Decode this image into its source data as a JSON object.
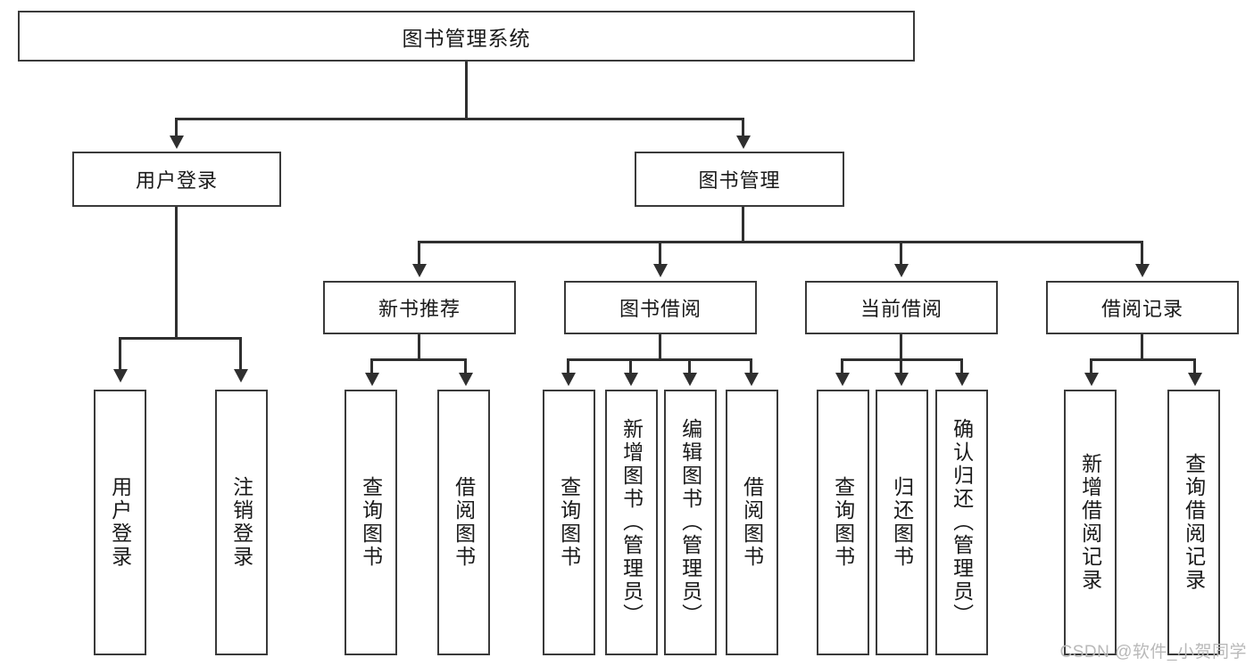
{
  "diagram": {
    "title": "图书管理系统",
    "root": {
      "label": "图书管理系统"
    },
    "level2": [
      {
        "label": "用户登录"
      },
      {
        "label": "图书管理"
      }
    ],
    "level3": [
      {
        "label": "新书推荐"
      },
      {
        "label": "图书借阅"
      },
      {
        "label": "当前借阅"
      },
      {
        "label": "借阅记录"
      }
    ],
    "leaves": {
      "user_login": [
        {
          "label": "用户登录"
        },
        {
          "label": "注销登录"
        }
      ],
      "new_book_recommend": [
        {
          "label": "查询图书"
        },
        {
          "label": "借阅图书"
        }
      ],
      "book_borrow": [
        {
          "label": "查询图书"
        },
        {
          "label": "新增图书（管理员）"
        },
        {
          "label": "编辑图书（管理员）"
        },
        {
          "label": "借阅图书"
        }
      ],
      "current_borrow": [
        {
          "label": "查询图书"
        },
        {
          "label": "归还图书"
        },
        {
          "label": "确认归还（管理员）"
        }
      ],
      "borrow_record": [
        {
          "label": "新增借阅记录"
        },
        {
          "label": "查询借阅记录"
        }
      ]
    }
  },
  "watermark": {
    "text": "CSDN @软件_小贺同学"
  },
  "colors": {
    "box_border": "#3a3a3a",
    "connector": "#2f2f2f",
    "background": "#ffffff",
    "text": "#1a1a1a",
    "watermark": "#b9b9b9"
  }
}
